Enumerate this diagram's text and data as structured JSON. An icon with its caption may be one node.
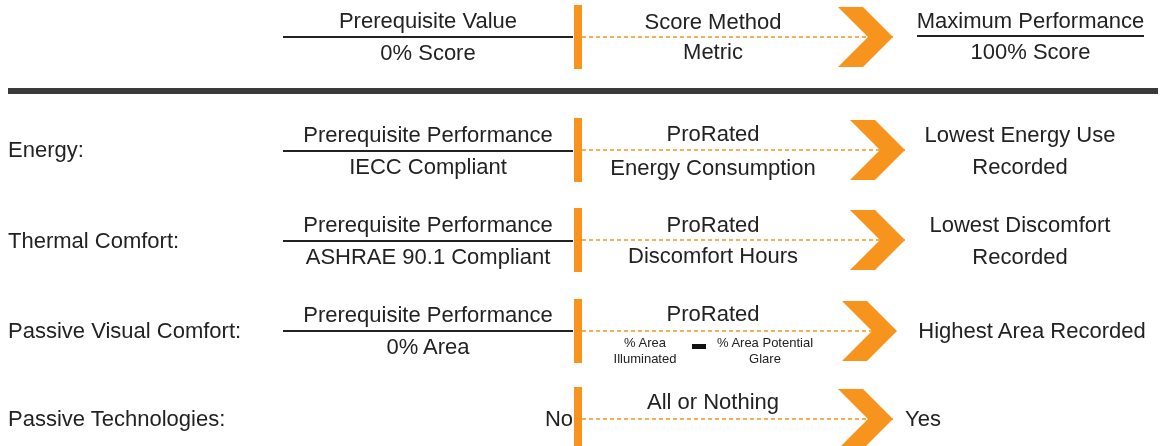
{
  "diagram": {
    "nodes": [
      {
        "text": [
          "Prerequisite Value",
          "0% Score"
        ]
      },
      {
        "text": [
          "Maximum Performance",
          "100% Score"
        ]
      },
      {
        "text": [
          "Prerequisite Performance",
          "IECC Compliant"
        ]
      },
      {
        "text": [
          "Lowest Energy Use Recorded"
        ]
      },
      {
        "text": [
          "Prerequisite Performance",
          "ASHRAE 90.1 Compliant"
        ]
      },
      {
        "text": [
          "Lowest Discomfort Recorded"
        ]
      },
      {
        "text": [
          "Prerequisite Performance",
          "0% Area"
        ]
      },
      {
        "text": [
          "Highest Area Recorded"
        ]
      },
      {
        "text": [
          "No"
        ]
      },
      {
        "text": [
          "Yes"
        ]
      }
    ],
    "edges": [
      {
        "from": 0,
        "to": 1,
        "arrow": "to",
        "style": "dashed",
        "color": "#f7941d"
      },
      {
        "from": 2,
        "to": 3,
        "arrow": "to",
        "style": "dashed",
        "color": "#f7941d"
      },
      {
        "from": 4,
        "to": 5,
        "arrow": "to",
        "style": "dashed",
        "color": "#f7941d"
      },
      {
        "from": 6,
        "to": 7,
        "arrow": "to",
        "style": "dashed",
        "color": "#f7941d"
      },
      {
        "from": 8,
        "to": 9,
        "arrow": "to",
        "style": "dashed",
        "color": "#f7941d"
      }
    ],
    "labels": [
      "Score Method",
      "Metric",
      "Energy:",
      "ProRated",
      "Energy Consumption",
      "Thermal Comfort:",
      "ProRated",
      "Discomfort Hours",
      "Passive Visual Comfort:",
      "ProRated",
      "% Area Illuminated",
      "% Area Potential Glare",
      "Passive Technologies:",
      "All or Nothing"
    ]
  }
}
